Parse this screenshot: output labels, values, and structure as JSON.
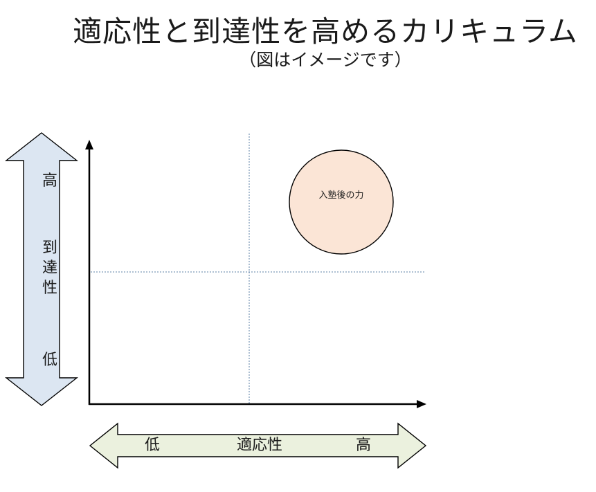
{
  "title": "適応性と到達性を高めるカリキュラム",
  "subtitle": "（図はイメージです）",
  "vertical_axis": {
    "high_label": "高",
    "name_chars": [
      "到",
      "達",
      "性"
    ],
    "low_label": "低"
  },
  "horizontal_axis": {
    "low_label": "低",
    "name": "適応性",
    "high_label": "高"
  },
  "bubble": {
    "label": "入塾後の力"
  },
  "colors": {
    "vertical_arrow_fill": "#dce6f2",
    "horizontal_arrow_fill": "#ebf1de",
    "bubble_fill": "#fbe5d6",
    "guide_line": "#5b7fa6",
    "axis": "#000000"
  }
}
